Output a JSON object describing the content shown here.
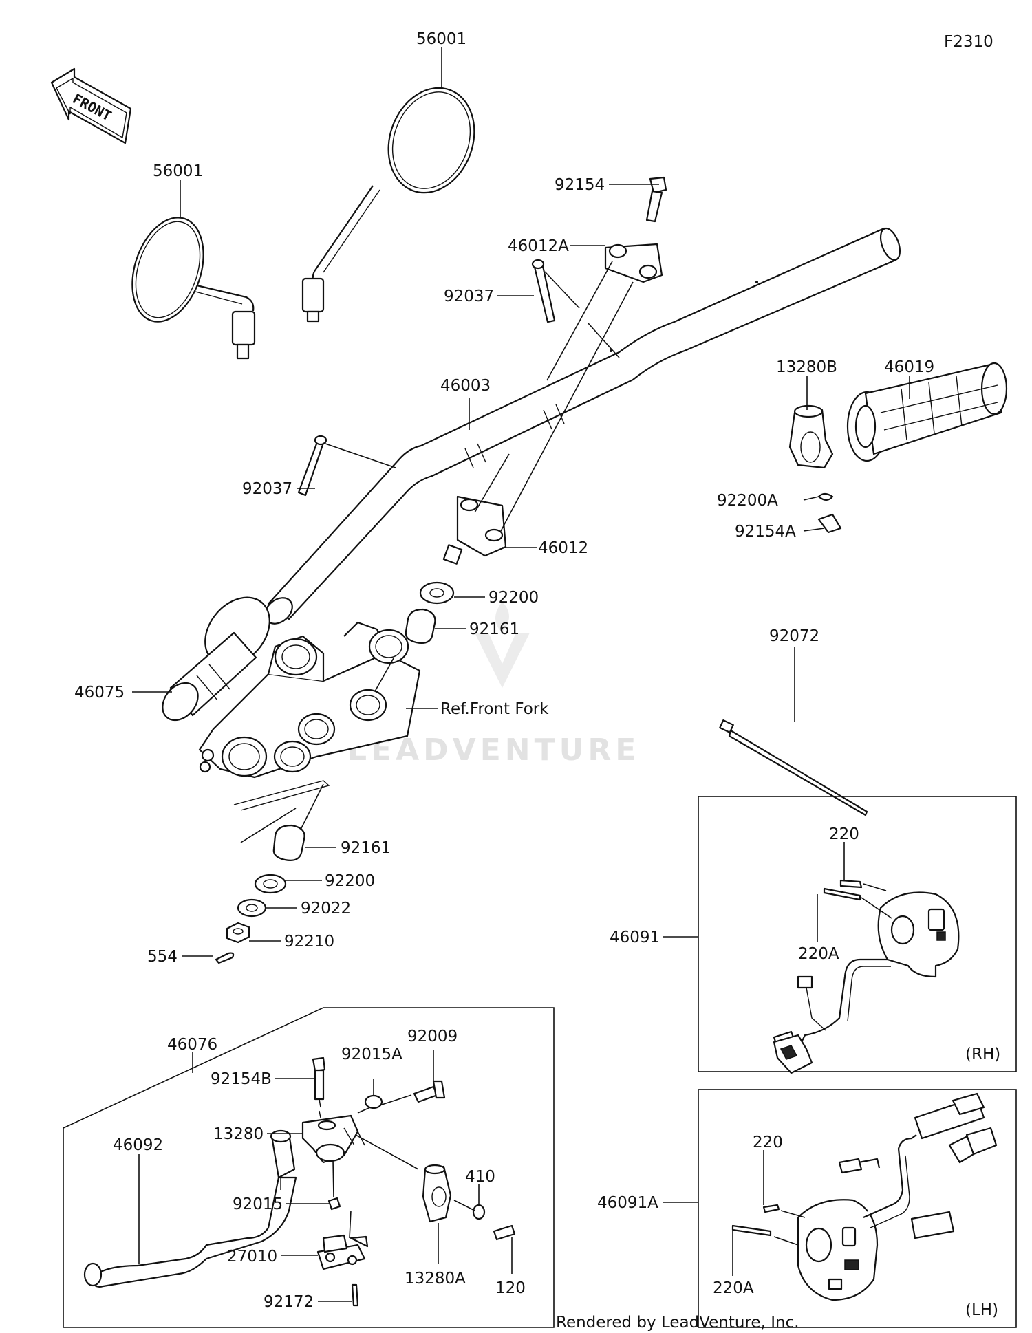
{
  "diagram": {
    "code": "F2310",
    "front_arrow": "FRONT",
    "watermark": "LEADVENTURE",
    "credit": "Rendered by LeadVenture, Inc.",
    "ref_front_fork": "Ref.Front Fork",
    "callouts": {
      "mirror_right": "56001",
      "mirror_left": "56001",
      "bolt_top": "92154",
      "holder_upper": "46012A",
      "clamp_upper": "92037",
      "handlebar": "46003",
      "clamp_lower": "92037",
      "holder_lower": "46012",
      "washer_a": "92200",
      "collar_a": "92161",
      "grip_left": "46075",
      "collar_b": "92161",
      "washer_b": "92200",
      "washer_c": "92022",
      "nut": "92210",
      "cotter": "554",
      "holder_throttle": "13280B",
      "grip_throttle": "46019",
      "washer_throttle": "92200A",
      "bolt_throttle": "92154A",
      "cable_tie": "92072",
      "switch_rh_assy": "46091",
      "screw_rh_a": "220",
      "screw_rh_b": "220A",
      "side_rh": "(RH)",
      "switch_lh_assy": "46091A",
      "screw_lh_a": "220",
      "screw_lh_b": "220A",
      "side_lh": "(LH)",
      "lever_assy": "46076",
      "bolt_lever": "92154B",
      "washer_lever": "92015A",
      "bolt_pivot": "92009",
      "holder_lever": "13280",
      "lever": "46092",
      "washer_410": "410",
      "nut_lever": "92015",
      "switch_clutch": "27010",
      "clamp_lever": "13280A",
      "screw_clamp": "120",
      "screw_switch": "92172"
    }
  }
}
